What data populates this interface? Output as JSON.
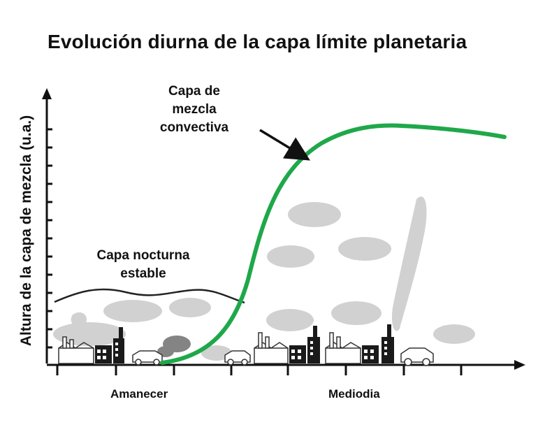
{
  "title": "Evolución diurna de la capa límite planetaria",
  "y_axis_label": "Altura de la capa de mezcla (u.a.)",
  "annotations": {
    "convective_layer": "Capa de\nmezcla\nconvectiva",
    "nocturnal_layer": "Capa nocturna\nestable"
  },
  "x_labels": {
    "sunrise": "Amanecer",
    "noon": "Mediodia"
  },
  "colors": {
    "convective_curve": "#1fa84a",
    "nocturnal_line": "#222222",
    "axis": "#111111",
    "smoke": "#bdbdbd",
    "dark_smoke": "#6f6f6f"
  }
}
